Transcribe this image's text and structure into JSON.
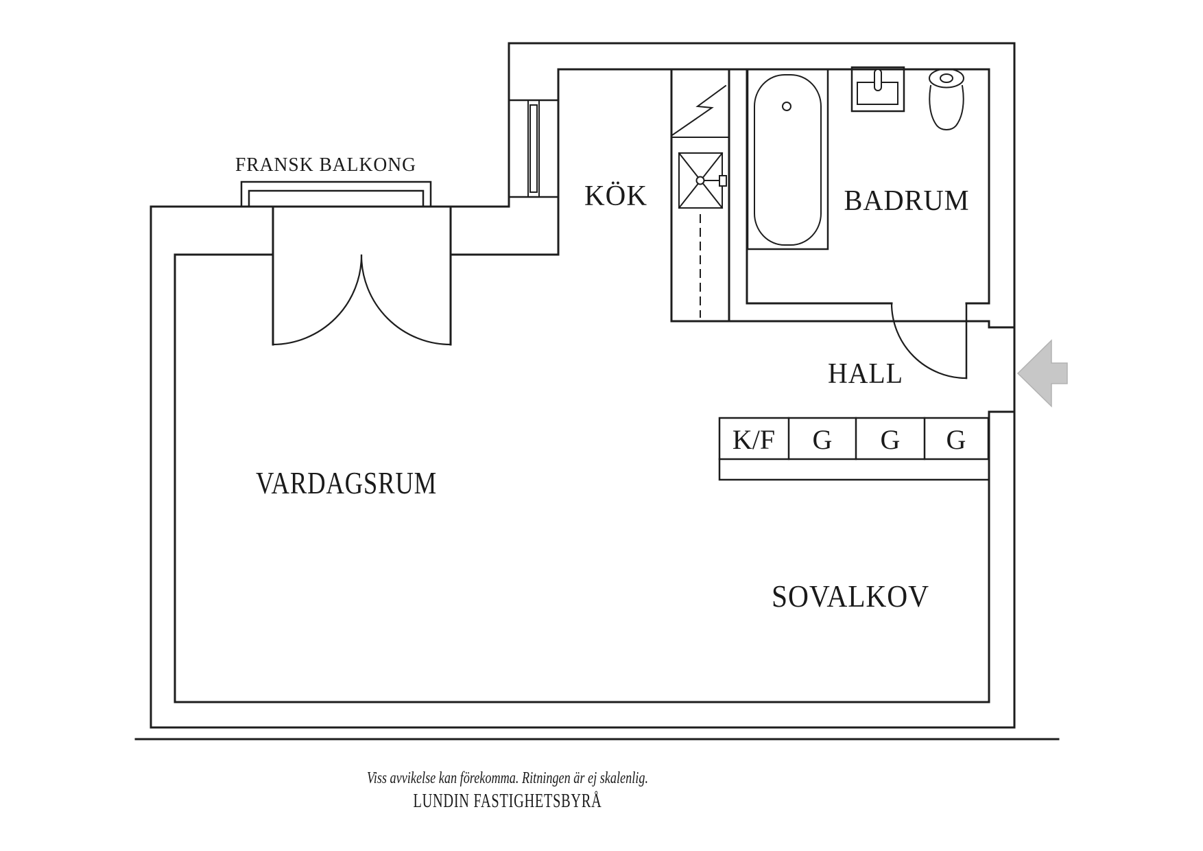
{
  "floorplan": {
    "labels": {
      "balcony": "FRANSK BALKONG",
      "kitchen": "KÖK",
      "bathroom": "BADRUM",
      "hall": "HALL",
      "living_room": "VARDAGSRUM",
      "sleeping_alcove": "SOVALKOV"
    },
    "closets": [
      "K/F",
      "G",
      "G",
      "G"
    ],
    "footer": {
      "disclaimer": "Viss avvikelse kan förekomma. Ritningen är ej skalenlig.",
      "company": "LUNDIN FASTIGHETSBYRÅ"
    },
    "colors": {
      "line": "#1d1d1d",
      "arrow_fill": "#c7c7c7",
      "arrow_edge": "#b2b2b2",
      "text": "#1a1a1a",
      "background": "#ffffff"
    }
  }
}
